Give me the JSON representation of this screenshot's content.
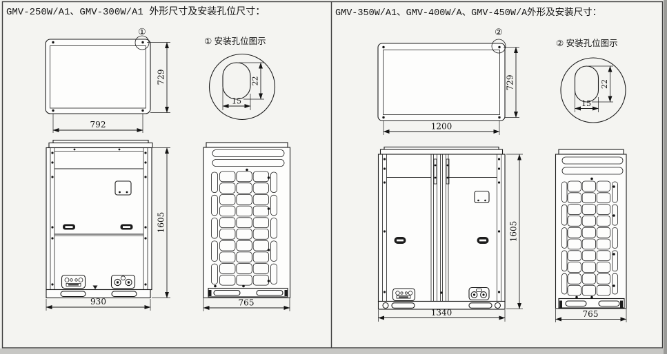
{
  "panels": {
    "left": {
      "title": "GMV-250W/A1、GMV-300W/A1 外形尺寸及安装孔位尺寸：",
      "top_view": {
        "width": "792",
        "height": "729",
        "marker": "①"
      },
      "hole_detail": {
        "label": "① 安装孔位图示",
        "height": "22",
        "width": "15"
      },
      "front_view": {
        "width": "930",
        "height": "1605"
      },
      "side_view": {
        "width": "765"
      }
    },
    "right": {
      "title": "GMV-350W/A1、GMV-400W/A、GMV-450W/A外形及安装尺寸：",
      "top_view": {
        "width": "1200",
        "height": "729",
        "marker": "②"
      },
      "hole_detail": {
        "label": "② 安装孔位图示",
        "height": "22",
        "width": "15"
      },
      "front_view": {
        "width": "1340",
        "height": "1605"
      },
      "side_view": {
        "width": "765"
      }
    }
  }
}
